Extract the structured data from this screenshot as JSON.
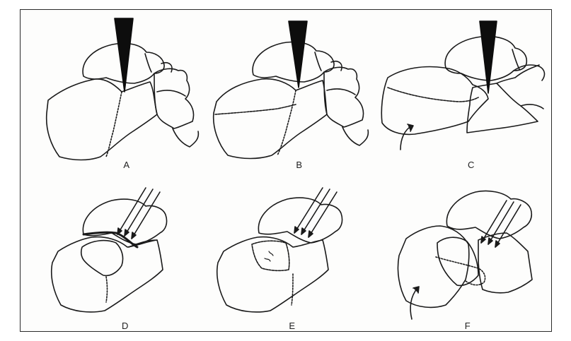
{
  "panels": [
    {
      "id": "A",
      "label": "A"
    },
    {
      "id": "B",
      "label": "B"
    },
    {
      "id": "C",
      "label": "C"
    },
    {
      "id": "D",
      "label": "D"
    },
    {
      "id": "E",
      "label": "E"
    },
    {
      "id": "F",
      "label": "F"
    }
  ]
}
